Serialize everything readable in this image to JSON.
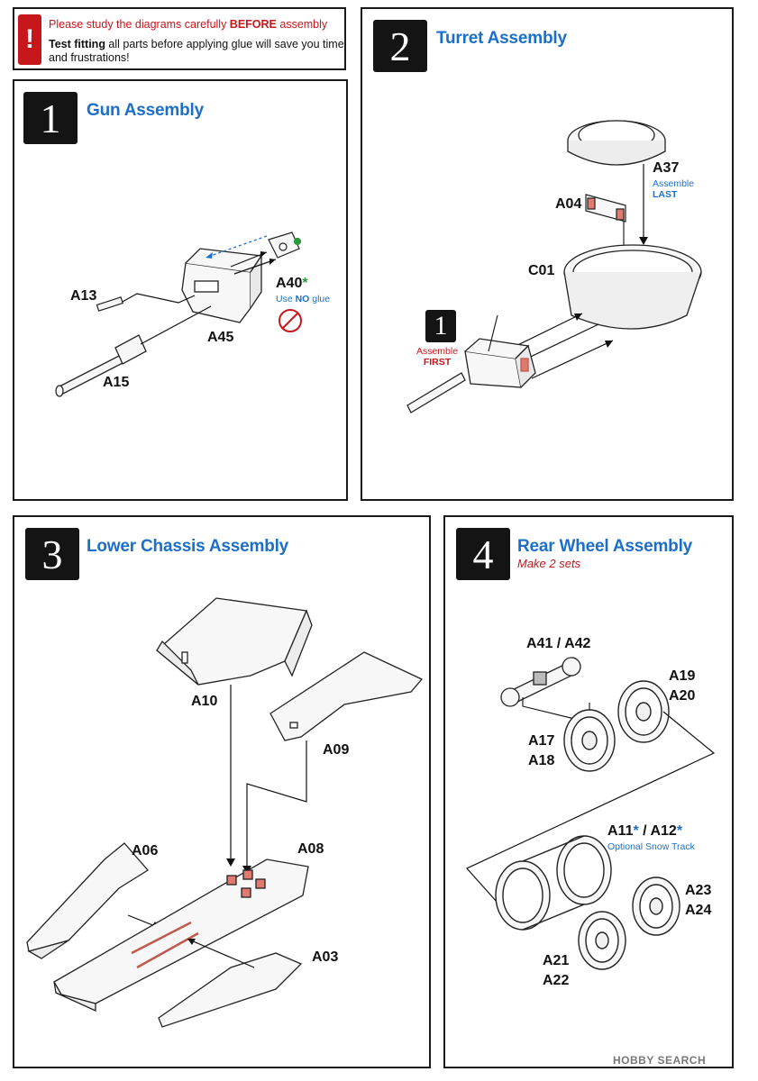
{
  "warning": {
    "line1_pre": "Please study the diagrams carefully ",
    "line1_bold": "BEFORE",
    "line1_post": " assembly",
    "line2_bold": "Test fitting",
    "line2_rest": " all parts before applying glue will save you time and frustrations!",
    "icon": "exclamation-icon"
  },
  "steps": {
    "s1": {
      "number": "1",
      "title": "Gun Assembly",
      "parts": {
        "a13": "A13",
        "a15": "A15",
        "a45": "A45",
        "a40": "A40",
        "a40_mark": "*"
      },
      "note_pre": "Use ",
      "note_bold": "NO",
      "note_post": " glue"
    },
    "s2": {
      "number": "2",
      "title": "Turret Assembly",
      "parts": {
        "a37": "A37",
        "a04": "A04",
        "c01": "C01"
      },
      "a37_note1": "Assemble",
      "a37_note2": "LAST",
      "ref_number": "1",
      "ref_note1": "Assemble",
      "ref_note2": "FIRST"
    },
    "s3": {
      "number": "3",
      "title": "Lower Chassis Assembly",
      "parts": {
        "a10": "A10",
        "a09": "A09",
        "a06": "A06",
        "a08": "A08",
        "a03": "A03"
      }
    },
    "s4": {
      "number": "4",
      "title": "Rear Wheel Assembly",
      "subtitle": "Make 2 sets",
      "parts": {
        "a41a42": "A41 / A42",
        "a19": "A19",
        "a20": "A20",
        "a17": "A17",
        "a18": "A18",
        "a11": "A11",
        "a12": "A12",
        "a23": "A23",
        "a24": "A24",
        "a21": "A21",
        "a22": "A22"
      },
      "snow_note": "Optional Snow Track"
    }
  },
  "watermark": "HOBBY SEARCH",
  "colors": {
    "title_blue": "#1c6fc9",
    "warn_red": "#c8161d",
    "note_green": "#2a9a3a",
    "part_pink": "#e07a6e"
  }
}
